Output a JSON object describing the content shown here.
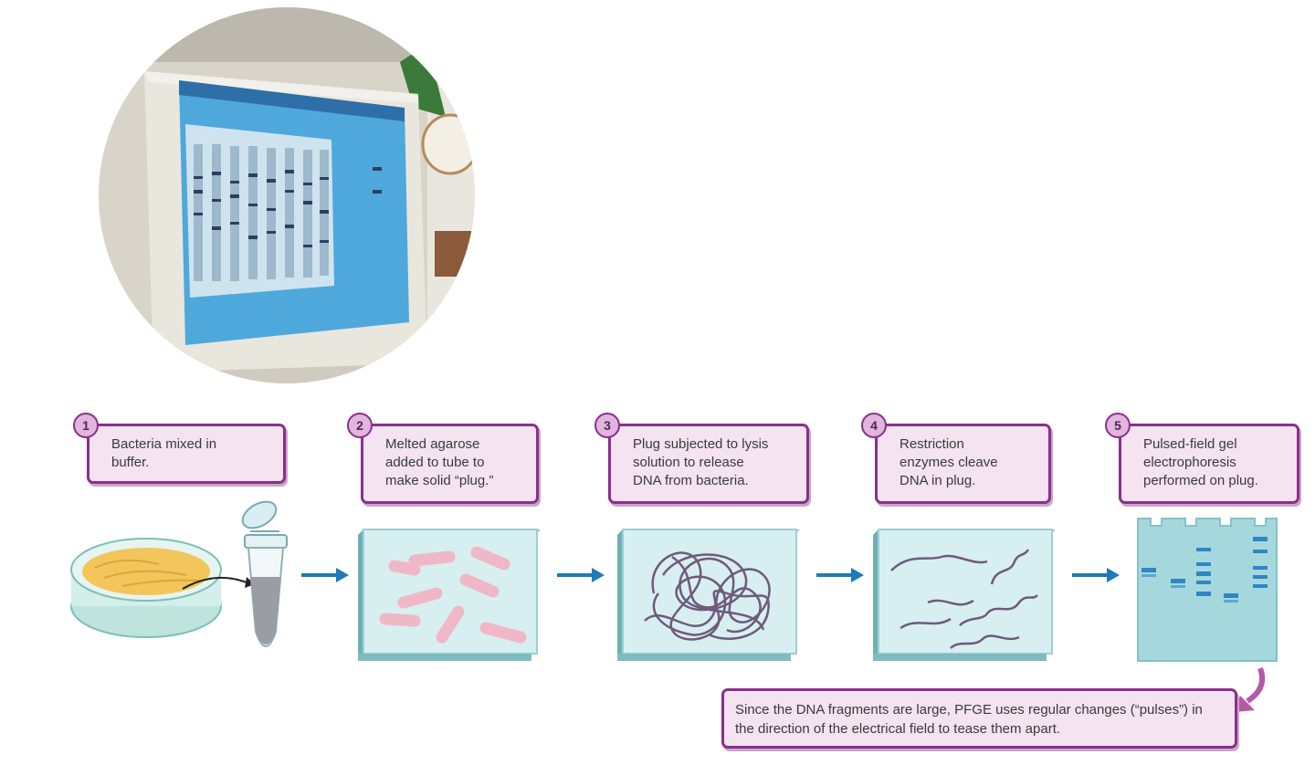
{
  "steps": [
    {
      "number": "1",
      "text": "Bacteria mixed in\nbuffer."
    },
    {
      "number": "2",
      "text": "Melted agarose\nadded to tube to\nmake solid “plug.”"
    },
    {
      "number": "3",
      "text": "Plug subjected to lysis\nsolution to release\nDNA from bacteria."
    },
    {
      "number": "4",
      "text": "Restriction\nenzymes cleave\nDNA in plug."
    },
    {
      "number": "5",
      "text": "Pulsed-field gel\nelectrophoresis\nperformed on plug."
    }
  ],
  "note": "Since the DNA fragments are large, PFGE uses regular changes (“pulses”) in the direction of the electrical field to tease them apart.",
  "colors": {
    "box_border": "#8a2f8e",
    "box_fill": "#f5e3f1",
    "arrow": "#1f7ab8",
    "gel": "#a5d8dd",
    "band": "#2f86c4",
    "dna": "#6f5a7c",
    "bacteria": "#f0b8c6"
  },
  "icons": {
    "photo": "pfge-gel-monitor-photo",
    "petri_dish": "petri-dish-icon",
    "tube": "microcentrifuge-tube-icon",
    "plug": "agarose-plug-icon",
    "gel": "electrophoresis-gel-icon"
  }
}
